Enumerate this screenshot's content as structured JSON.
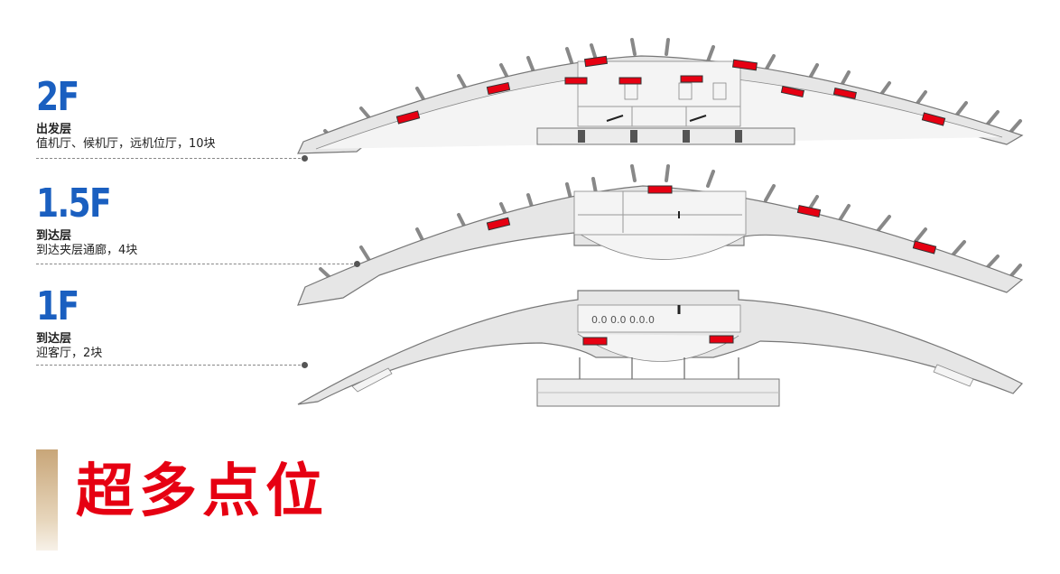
{
  "floors": [
    {
      "level": "2F",
      "name": "出发层",
      "desc": "值机厅、候机厅，远机位厅，10块"
    },
    {
      "level": "1.5F",
      "name": "到达层",
      "desc": "到达夹层通廊，4块"
    },
    {
      "level": "1F",
      "name": "到达层",
      "desc": "迎客厅，2块"
    }
  ],
  "headline": "超多点位",
  "colors": {
    "floor_number": "#1a5fc0",
    "headline": "#e60012",
    "ad_spot": "#e60012",
    "accent_bar": "#c8a679"
  },
  "ad_spots": {
    "2F": 10,
    "1.5F": 4,
    "1F": 2
  }
}
